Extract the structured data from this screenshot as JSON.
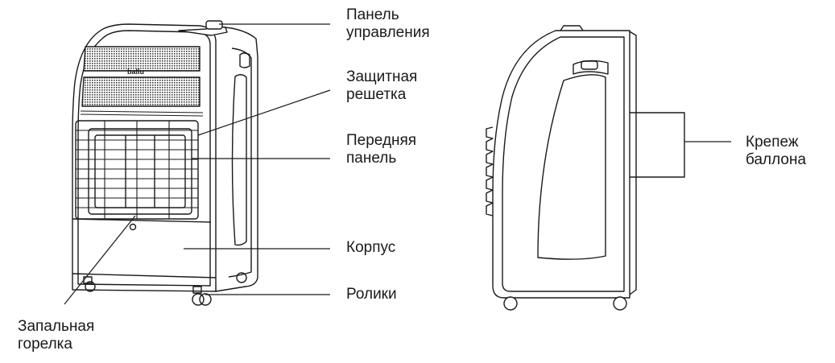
{
  "labels": {
    "control_panel": {
      "line1": "Панель",
      "line2": "управления"
    },
    "protective_grille": {
      "line1": "Защитная",
      "line2": "решетка"
    },
    "front_panel": {
      "line1": "Передняя",
      "line2": "панель"
    },
    "housing": {
      "line1": "Корпус"
    },
    "casters": {
      "line1": "Ролики"
    },
    "pilot_burner": {
      "line1": "Запальная",
      "line2": "горелка"
    },
    "cylinder_mount": {
      "line1": "Крепеж",
      "line2": "баллона"
    }
  },
  "logo_text": "ballu",
  "colors": {
    "line": "#1a1a1a",
    "background": "#ffffff"
  }
}
